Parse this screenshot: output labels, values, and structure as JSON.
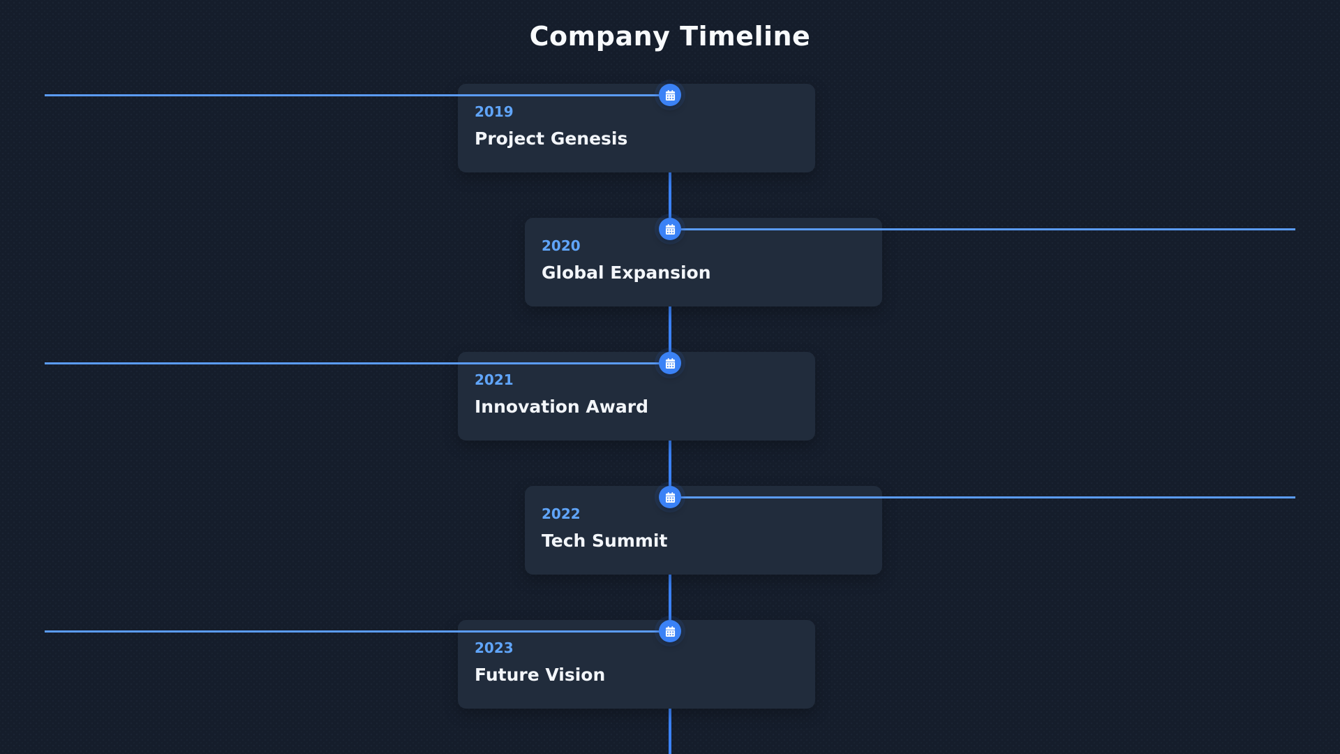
{
  "page": {
    "title": "Company Timeline"
  },
  "colors": {
    "background": "#151d2b",
    "card_background": "#212c3c",
    "node_accent": "#3b82f6",
    "year_accent": "#60a5fa",
    "connector_line": "#5b9cf8",
    "title_text": "#f8fafc",
    "event_text": "#f3f6fa"
  },
  "icons": {
    "node_icon": "calendar-icon"
  },
  "timeline": {
    "events": [
      {
        "year": "2019",
        "title": "Project Genesis",
        "side": "left"
      },
      {
        "year": "2020",
        "title": "Global Expansion",
        "side": "right"
      },
      {
        "year": "2021",
        "title": "Innovation Award",
        "side": "left"
      },
      {
        "year": "2022",
        "title": "Tech Summit",
        "side": "right"
      },
      {
        "year": "2023",
        "title": "Future Vision",
        "side": "left"
      }
    ]
  }
}
